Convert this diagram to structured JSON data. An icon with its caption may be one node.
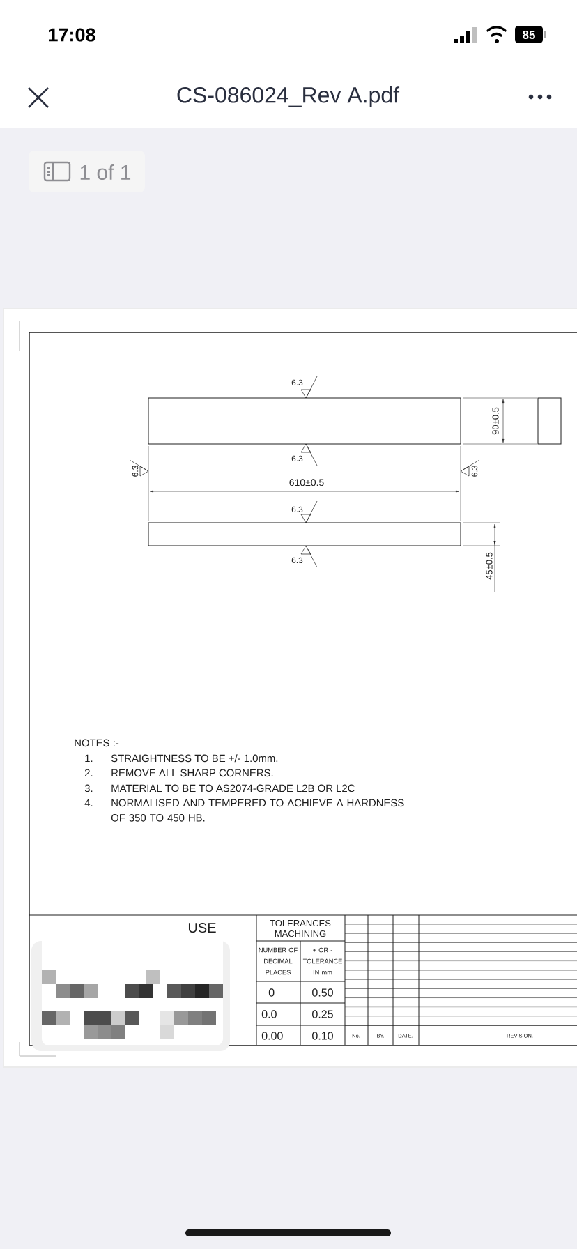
{
  "diagram": {
    "title": "CS-086024_Rev A.pdf",
    "labels": [
      "17:08",
      "85",
      "1 of 1",
      "6.3",
      "90±0.5",
      "6.3",
      "6.3",
      "6.3",
      "610±0.5",
      "6.3",
      "6.3",
      "45±0.5",
      "NOTES :-",
      "1.",
      "STRAIGHTNESS TO BE +/- 1.0mm.",
      "2.",
      "REMOVE ALL SHARP CORNERS.",
      "3.",
      "MATERIAL TO BE TO AS2074-GRADE L2B OR L2C",
      "4.",
      "NORMALISED AND TEMPERED TO ACHIEVE A HARDNESS OF 350 TO 450 HB.",
      "USE",
      "TOLERANCES MACHINING",
      "NUMBER OF DECIMAL PLACES",
      "+ OR - TOLERANCE IN mm",
      "0",
      "0.50",
      "0.0",
      "0.25",
      "0.00",
      "0.10",
      "No.",
      "BY.",
      "DATE.",
      "REVISION."
    ]
  }
}
